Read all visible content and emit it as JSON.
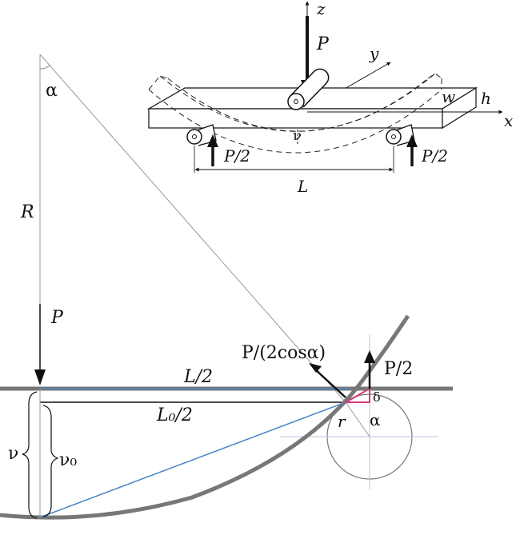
{
  "diagram": {
    "top": {
      "axis_z": "z",
      "axis_y": "y",
      "axis_x": "x",
      "load": "P",
      "width": "w",
      "height": "h",
      "deflection": "ν",
      "reaction_left": "P/2",
      "reaction_right": "P/2",
      "span": "L"
    },
    "bottom": {
      "angle_top": "α",
      "radius": "R",
      "load": "P",
      "half_span": "L/2",
      "half_span_deformed": "L₀/2",
      "inclined_force": "P/(2cosα)",
      "reaction": "P/2",
      "delta": "δ",
      "roller_radius": "r",
      "angle_roller": "α",
      "deflection": "ν",
      "deflection_0": "ν₀"
    },
    "colors": {
      "line": "#111111",
      "beam_gray": "#777777",
      "thin_gray": "#9a9a9a",
      "blue": "#4a86c8",
      "magenta": "#d23c7a",
      "axis_light": "#b8c4e0"
    }
  }
}
